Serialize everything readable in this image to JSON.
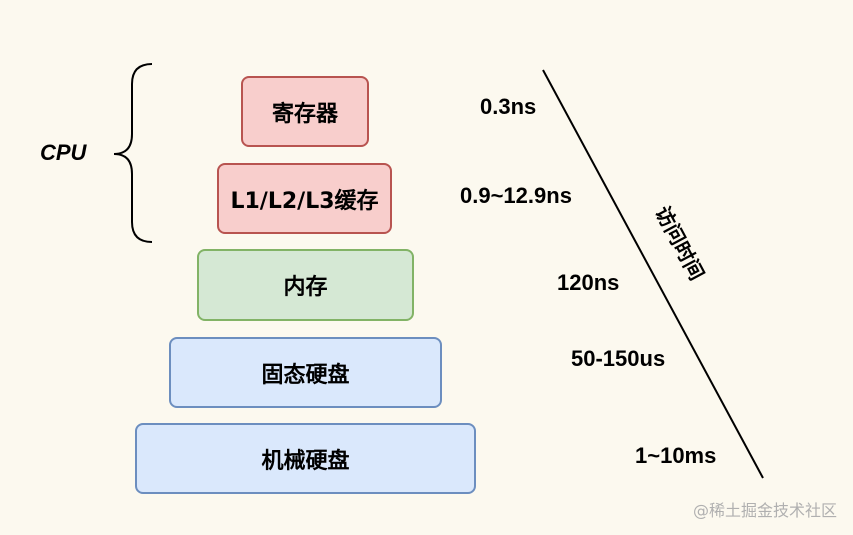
{
  "cpu_label": "CPU",
  "axis_label": "访问时间",
  "watermark": "@稀土掘金技术社区",
  "levels": [
    {
      "label": "寄存器",
      "latency": "0.3ns"
    },
    {
      "label": "L1/L2/L3缓存",
      "latency": "0.9~12.9ns"
    },
    {
      "label": "内存",
      "latency": "120ns"
    },
    {
      "label": "固态硬盘",
      "latency": "50-150us"
    },
    {
      "label": "机械硬盘",
      "latency": "1~10ms"
    }
  ],
  "colors": {
    "cache_fill": "#f8cecc",
    "cache_border": "#b85450",
    "memory_fill": "#d5e8d4",
    "memory_border": "#82b366",
    "disk_fill": "#dae8fc",
    "disk_border": "#6c8ebf",
    "background": "#fcf9ef"
  }
}
